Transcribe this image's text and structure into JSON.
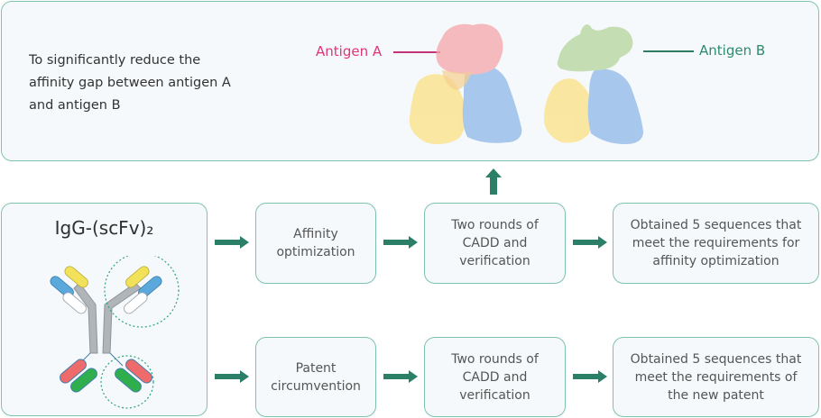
{
  "goal": {
    "lines": [
      "To significantly reduce the",
      "affinity gap between antigen A",
      "and antigen B"
    ],
    "antigen_a_label": "Antigen A",
    "antigen_b_label": "Antigen B"
  },
  "antibody": {
    "title": "IgG-(scFv)₂"
  },
  "workflow": {
    "top_row": {
      "step1": [
        "Affinity",
        "optimization"
      ],
      "step2": [
        "Two rounds of",
        "CADD and",
        "verification"
      ],
      "step3": [
        "Obtained 5 sequences that",
        "meet the requirements for",
        "affinity optimization"
      ]
    },
    "bottom_row": {
      "step1": [
        "Patent",
        "circumvention"
      ],
      "step2": [
        "Two rounds of",
        "CADD and",
        "verification"
      ],
      "step3": [
        "Obtained 5 sequences that",
        "meet the requirements of",
        "the new patent"
      ]
    }
  },
  "colors": {
    "accent_green": "#2a7f66",
    "border_green": "#7fc2ae",
    "antigen_a": "#e0347a",
    "antigen_b": "#2e8b6a",
    "panel_bg": "#f5f9fb"
  }
}
